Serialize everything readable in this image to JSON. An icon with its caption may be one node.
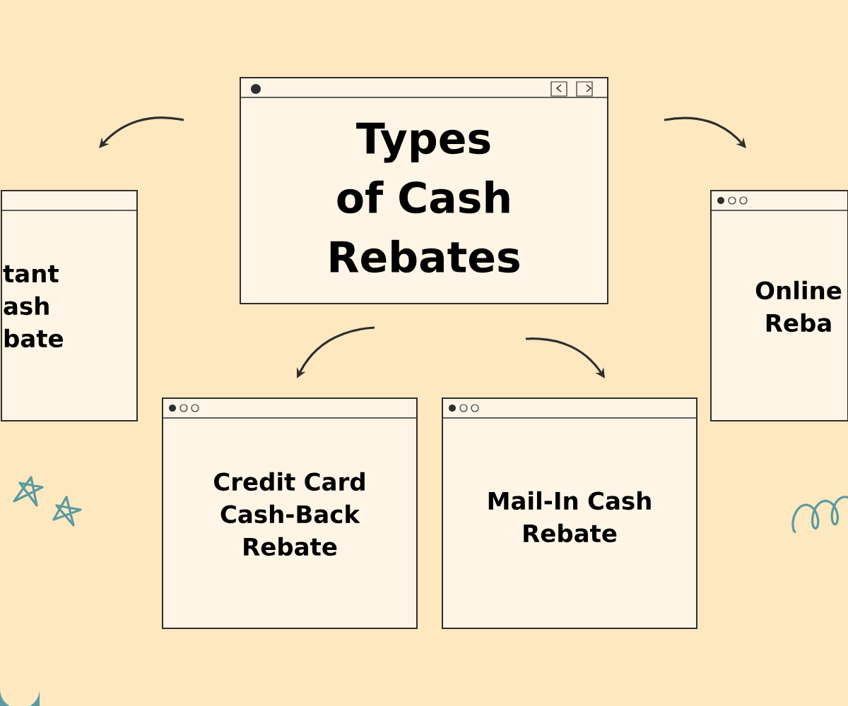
{
  "diagram": {
    "nodes": [
      {
        "text": [
          "Types of Cash Rebates"
        ]
      },
      {
        "text": [
          "tant ash bate"
        ]
      },
      {
        "text": [
          "Online Reba"
        ]
      },
      {
        "text": [
          "Credit Card Cash-Back Rebate"
        ]
      },
      {
        "text": [
          "Mail-In Cash Rebate"
        ]
      }
    ],
    "edges": [
      {
        "from": 0,
        "to": 1,
        "arrow": "to"
      },
      {
        "from": 0,
        "to": 2,
        "arrow": "to"
      },
      {
        "from": 0,
        "to": 3,
        "arrow": "to"
      },
      {
        "from": 0,
        "to": 4,
        "arrow": "to"
      }
    ]
  }
}
